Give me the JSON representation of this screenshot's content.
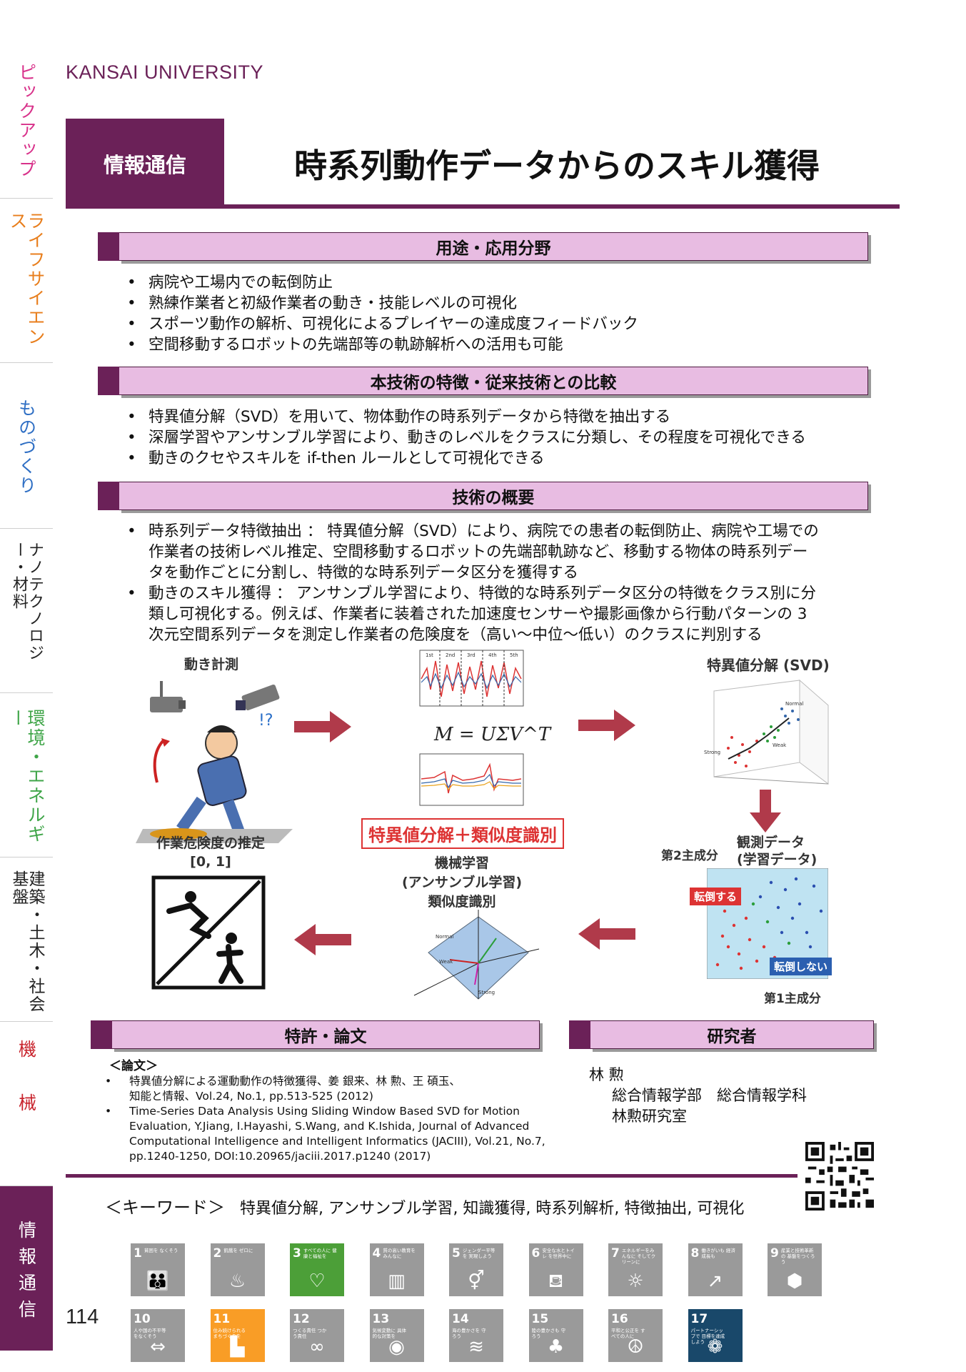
{
  "sidebar": {
    "categories": [
      {
        "label": "ピックアップ",
        "color": "#d8318a"
      },
      {
        "label": "ライフサイエンス",
        "color": "#e87e1c"
      },
      {
        "label": "ものづくり",
        "color": "#2f6fc4"
      },
      {
        "label": "ナノテクノロジー・材料",
        "color": "#222222"
      },
      {
        "label": "環境・エネルギー",
        "color": "#3fa548"
      },
      {
        "label": "建築・土木・社会基盤",
        "color": "#222222"
      },
      {
        "label": "機械",
        "color": "#c8232c"
      },
      {
        "label": "情報通信",
        "color": "#ffffff"
      }
    ],
    "active_index": 7
  },
  "header": {
    "university": "KANSAI UNIVERSITY",
    "category": "情報通信",
    "title": "時系列動作データからのスキル獲得"
  },
  "sections": {
    "applications": {
      "heading": "用途・応用分野",
      "items": [
        "病院や工場内での転倒防止",
        "熟練作業者と初級作業者の動き・技能レベルの可視化",
        "スポーツ動作の解析、可視化によるプレイヤーの達成度フィードバック",
        "空間移動するロボットの先端部等の軌跡解析への活用も可能"
      ]
    },
    "features": {
      "heading": "本技術の特徴・従来技術との比較",
      "items": [
        "特異値分解（SVD）を用いて、物体動作の時系列データから特徴を抽出する",
        "深層学習やアンサンブル学習により、動きのレベルをクラスに分類し、その程度を可視化できる",
        "動きのクセやスキルを if-then ルールとして可視化できる"
      ]
    },
    "overview": {
      "heading": "技術の概要",
      "items": [
        {
          "lines": [
            "時系列データ特徴抽出 ： 特異値分解（SVD）により、病院での患者の転倒防止、病院や工場での",
            "作業者の技術レベル推定、空間移動するロボットの先端部軌跡など、移動する物体の時系列デー",
            "タを動作ごとに分割し、特徴的な時系列データ区分を獲得する"
          ]
        },
        {
          "lines": [
            "動きのスキル獲得 ： アンサンブル学習により、特徴的な時系列データ区分の特徴をクラス別に分",
            "類し可視化する。例えば、作業者に装着された加速度センサーや撮影画像から行動パターンの 3",
            "次元空間系列データを測定し作業者の危険度を（高い～中位～低い）のクラスに判別する"
          ]
        }
      ]
    },
    "patents": {
      "heading": "特許・論文",
      "paper_heading": "＜論文＞",
      "papers": [
        {
          "lines": [
            "特異値分解による運動動作の特徴獲得、姜 銀来、林 勲、王 碩玉、",
            "知能と情報、Vol.24, No.1, pp.513-525 (2012)"
          ]
        },
        {
          "lines": [
            "Time-Series Data Analysis Using Sliding Window Based SVD for Motion",
            "Evaluation, Y.Jiang, I.Hayashi, S.Wang, and K.Ishida, Journal of Advanced",
            "Computational Intelligence and Intelligent Informatics (JACIII), Vol.21, No.7,",
            "pp.1240-1250, DOI:10.20965/jaciii.2017.p1240 (2017)"
          ]
        }
      ]
    },
    "researcher": {
      "heading": "研究者",
      "name": "林 勲",
      "affiliation": "総合情報学部　総合情報学科",
      "lab": "林勲研究室"
    }
  },
  "figure": {
    "motion_measure": "動き計測",
    "svd_title": "特異値分解 (SVD)",
    "equation": "M = UΣV^T",
    "method_label": "特異値分解＋類似度識別",
    "risk_title": "作業危険度の推定",
    "risk_range": "[0, 1]",
    "ml_lines": [
      "機械学習",
      "(アンサンブル学習)",
      "類似度識別"
    ],
    "observed_lines": [
      "観測データ",
      "(学習データ)"
    ],
    "pc2": "第2主成分",
    "pc1": "第1主成分",
    "fall": "転倒する",
    "no_fall": "転倒しない",
    "svd_labels": {
      "normal": "Normal",
      "weak": "Weak",
      "strong": "Strong"
    },
    "phase_labels": [
      "1st",
      "2nd",
      "3rd",
      "4th",
      "5th"
    ]
  },
  "keywords": {
    "label": "＜キーワード＞",
    "text": "特異値分解, アンサンブル学習, 知識獲得, 時系列解析, 特徴抽出, 可視化"
  },
  "sdgs": [
    {
      "num": "1",
      "label": "貧困を なくそう",
      "icon": "👪",
      "color": "#9a9a9a"
    },
    {
      "num": "2",
      "label": "飢餓を ゼロに",
      "icon": "♨",
      "color": "#9a9a9a"
    },
    {
      "num": "3",
      "label": "すべての人に 健康と福祉を",
      "icon": "♡",
      "color": "#4c9f38"
    },
    {
      "num": "4",
      "label": "質の高い教育を みんなに",
      "icon": "▥",
      "color": "#9a9a9a"
    },
    {
      "num": "5",
      "label": "ジェンダー平等を 実現しよう",
      "icon": "⚥",
      "color": "#9a9a9a"
    },
    {
      "num": "6",
      "label": "安全な水とトイレ を世界中に",
      "icon": "⛾",
      "color": "#9a9a9a"
    },
    {
      "num": "7",
      "label": "エネルギーをみんなに そしてクリーンに",
      "icon": "☼",
      "color": "#9a9a9a"
    },
    {
      "num": "8",
      "label": "働きがいも 経済成長も",
      "icon": "↗",
      "color": "#9a9a9a"
    },
    {
      "num": "9",
      "label": "産業と技術革新の 基盤をつくろう",
      "icon": "⬢",
      "color": "#9a9a9a"
    },
    {
      "num": "10",
      "label": "人や国の不平等 をなくそう",
      "icon": "⇔",
      "color": "#9a9a9a"
    },
    {
      "num": "11",
      "label": "住み続けられる まちづくりを",
      "icon": "▙",
      "color": "#f99d26"
    },
    {
      "num": "12",
      "label": "つくる責任 つかう責任",
      "icon": "∞",
      "color": "#9a9a9a"
    },
    {
      "num": "13",
      "label": "気候変動に 具体的な対策を",
      "icon": "◉",
      "color": "#9a9a9a"
    },
    {
      "num": "14",
      "label": "海の豊かさを 守ろう",
      "icon": "≋",
      "color": "#9a9a9a"
    },
    {
      "num": "15",
      "label": "陸の豊かさも 守ろう",
      "icon": "♣",
      "color": "#9a9a9a"
    },
    {
      "num": "16",
      "label": "平和と公正を すべての人に",
      "icon": "☮",
      "color": "#9a9a9a"
    },
    {
      "num": "17",
      "label": "パートナーシップで 目標を達成しよう",
      "icon": "❁",
      "color": "#19486a"
    }
  ],
  "page_number": "114"
}
